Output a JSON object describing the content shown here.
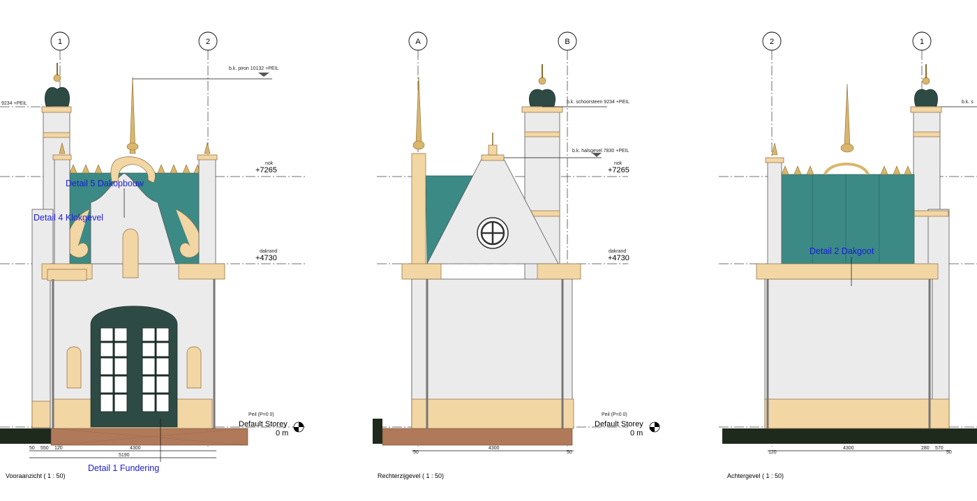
{
  "views": [
    {
      "id": "front",
      "caption": "Vooraanzicht  ( 1 : 50)",
      "grid_left": "1",
      "grid_right": "2",
      "level_top_left": "9234 +PEIL",
      "level_top_right": "b.k. piron 10132 +PEIL",
      "nok_label": "nok",
      "nok_value": "+7265",
      "dakrand_label": "dakrand",
      "dakrand_value": "+4730",
      "peil_label": "Peil (P=0 0)",
      "storey_name": "Default Storey",
      "storey_value": "0 m",
      "details": [
        "Detail 5 Dakopbouw",
        "Detail 4 Klokgevel",
        "Detail 1 Fundering"
      ],
      "dims_row1": [
        "50",
        "550",
        "120",
        "4300"
      ],
      "dims_row2": "5190"
    },
    {
      "id": "right",
      "caption": "Rechterzijgevel  ( 1 : 50)",
      "grid_left": "A",
      "grid_right": "B",
      "level_top": "b.k. schoorsteen 9234 +PEIL",
      "level_mid": "b.k. halsgevel 7830 +PEIL",
      "nok_label": "nok",
      "nok_value": "+7265",
      "dakrand_label": "dakrand",
      "dakrand_value": "+4730",
      "peil_label": "Peil (P=0 0)",
      "storey_name": "Default Storey",
      "storey_value": "0 m",
      "dims_row1": [
        "50",
        "4300",
        "50"
      ]
    },
    {
      "id": "back",
      "caption": "Achtergevel  ( 1 : 50)",
      "grid_left": "2",
      "grid_right": "1",
      "level_top": "b.k. s",
      "details": [
        "Detail 2 Dakgoot"
      ],
      "dims_row1": [
        "120",
        "4300",
        "280",
        "570",
        "50"
      ]
    }
  ],
  "colors": {
    "wall": "#ecebec",
    "cream": "#f2d6a4",
    "roof": "#3b8a86",
    "door": "#2e4a44",
    "detail_text": "#1a1ad8",
    "foundation": "#b07a5a",
    "ground": "#1e2a1c"
  }
}
